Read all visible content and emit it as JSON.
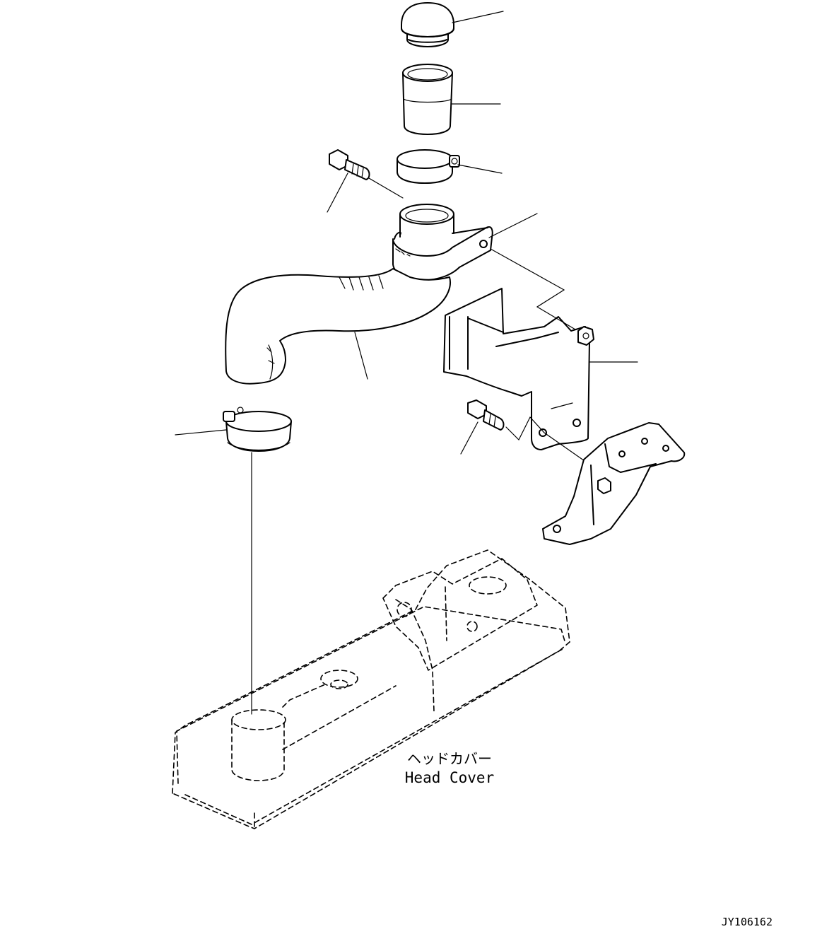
{
  "labels": {
    "head_cover_jp": "ヘッドカバー",
    "head_cover_en": "Head Cover",
    "drawing_id": "JY106162"
  }
}
